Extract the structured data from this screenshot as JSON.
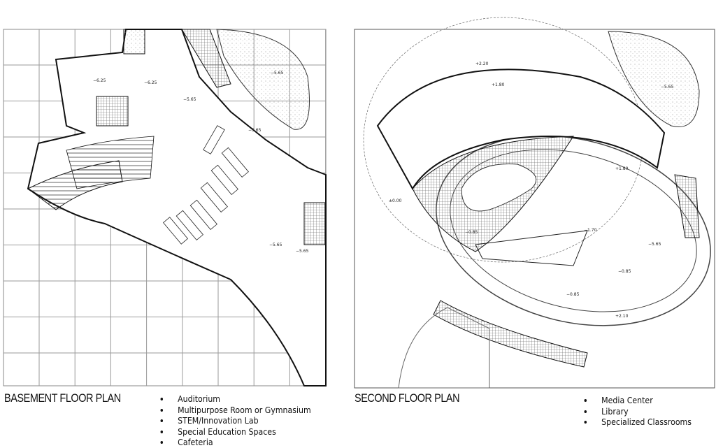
{
  "basement": {
    "title": "BASEMENT FLOOR PLAN",
    "spaces": [
      "Auditorium",
      "Multipurpose Room or Gymnasium",
      "STEM/Innovation Lab",
      "Special Education Spaces",
      "Cafeteria"
    ],
    "levels": [
      "−6.25",
      "−6.25",
      "−5.65",
      "−5.65",
      "−5.65",
      "−5.65",
      "−5.65"
    ]
  },
  "second": {
    "title": "SECOND FLOOR PLAN",
    "spaces": [
      "Media Center",
      "Library",
      "Specialized Classrooms"
    ],
    "levels": [
      "+2.20",
      "+1.80",
      "±0.00",
      "−0.85",
      "−1.70",
      "−5.65",
      "−0.85",
      "−0.85",
      "+2.10",
      "+1.80",
      "−5.65"
    ]
  },
  "colors": {
    "line": "#111111",
    "grid": "#9a9a9a",
    "hatch": "#555555"
  }
}
